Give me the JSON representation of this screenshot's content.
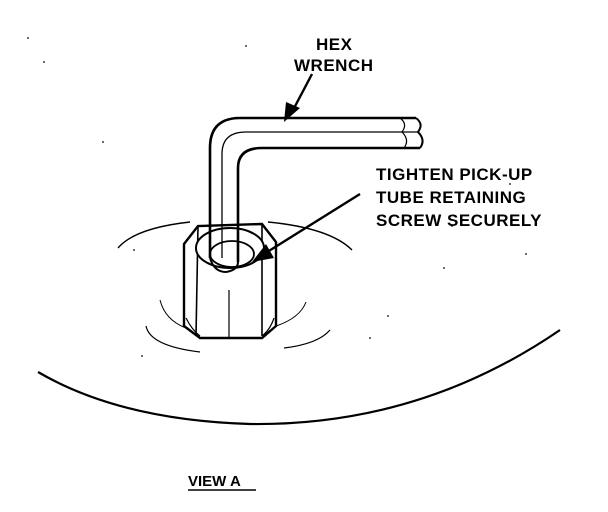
{
  "labels": {
    "wrench_line1": "HEX",
    "wrench_line2": "WRENCH",
    "instruction_line1": "TIGHTEN PICK-UP",
    "instruction_line2": "TUBE RETAINING",
    "instruction_line3": "SCREW SECURELY",
    "view_caption": "VIEW A"
  },
  "colors": {
    "ink": "#000000",
    "paper": "#ffffff"
  }
}
